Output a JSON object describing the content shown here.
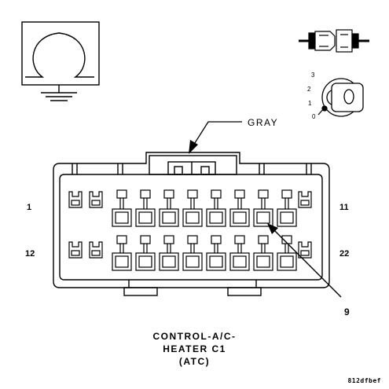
{
  "wire_color_label": "GRAY",
  "pin_labels": {
    "top_left": "1",
    "top_right": "11",
    "bottom_left": "12",
    "bottom_right": "22",
    "callout": "9"
  },
  "key_positions": [
    "3",
    "2",
    "1",
    "0"
  ],
  "connector_title": {
    "line1": "CONTROL-A/C-",
    "line2": "HEATER C1",
    "line3": "(ATC)"
  },
  "image_code": "812dfbef",
  "colors": {
    "line": "#000000",
    "background": "#ffffff"
  },
  "icons": [
    "ground-symbol-icon",
    "connector-plug-icon",
    "ignition-key-icon"
  ]
}
